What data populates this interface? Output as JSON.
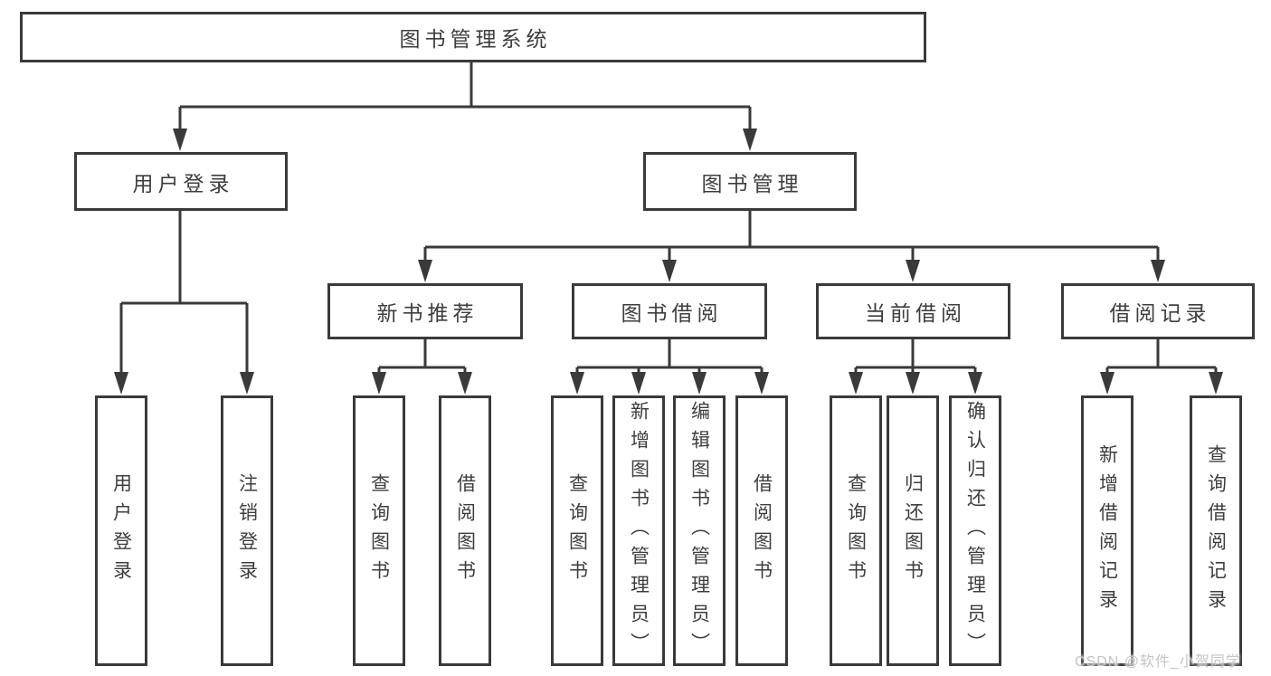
{
  "diagram": {
    "title": "图书管理系统",
    "root": {
      "label": "图书管理系统"
    },
    "level2": {
      "user_login": {
        "label": "用户登录"
      },
      "book_management": {
        "label": "图书管理"
      }
    },
    "level3": {
      "new_book_recommend": {
        "label": "新书推荐"
      },
      "book_borrowing": {
        "label": "图书借阅"
      },
      "current_borrowing": {
        "label": "当前借阅"
      },
      "borrowing_records": {
        "label": "借阅记录"
      }
    },
    "leaves": {
      "user_login": [
        "用户登录",
        "注销登录"
      ],
      "new_book_recommend": [
        "查询图书",
        "借阅图书"
      ],
      "book_borrowing": [
        "查询图书",
        "新增图书（管理员）",
        "编辑图书（管理员）",
        "借阅图书"
      ],
      "current_borrowing": [
        "查询图书",
        "归还图书",
        "确认归还（管理员）"
      ],
      "borrowing_records": [
        "新增借阅记录",
        "查询借阅记录"
      ]
    }
  },
  "watermark": "CSDN @软件_小贺同学",
  "colors": {
    "line": "#3a3a3a",
    "box_border": "#3a3a3a",
    "text": "#3e3e3e",
    "watermark": "#c4c4c4",
    "background": "#ffffff"
  }
}
